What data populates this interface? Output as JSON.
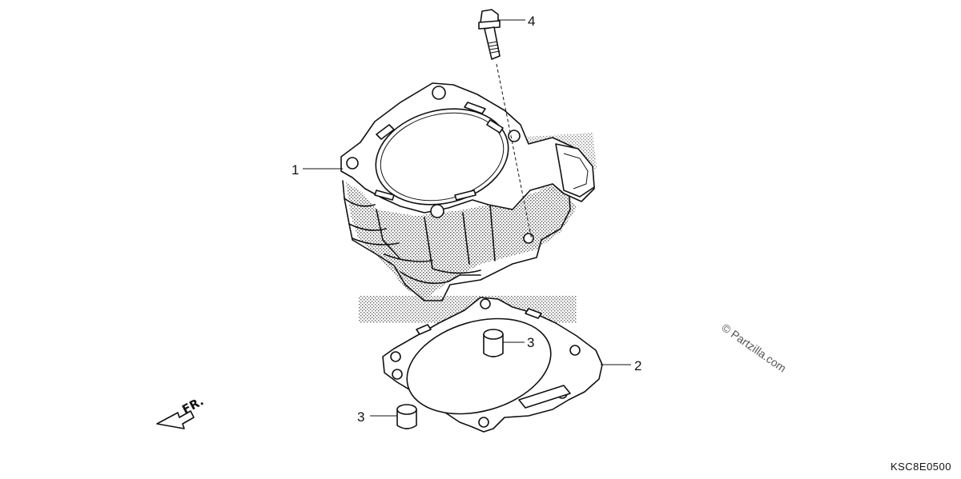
{
  "diagram": {
    "callouts": [
      {
        "id": "1",
        "label": "1"
      },
      {
        "id": "2",
        "label": "2"
      },
      {
        "id": "3a",
        "label": "3"
      },
      {
        "id": "3b",
        "label": "3"
      },
      {
        "id": "4",
        "label": "4"
      }
    ],
    "front_marker": "FR.",
    "watermark": "© Partzilla.com",
    "diagram_code": "KSC8E0500"
  }
}
